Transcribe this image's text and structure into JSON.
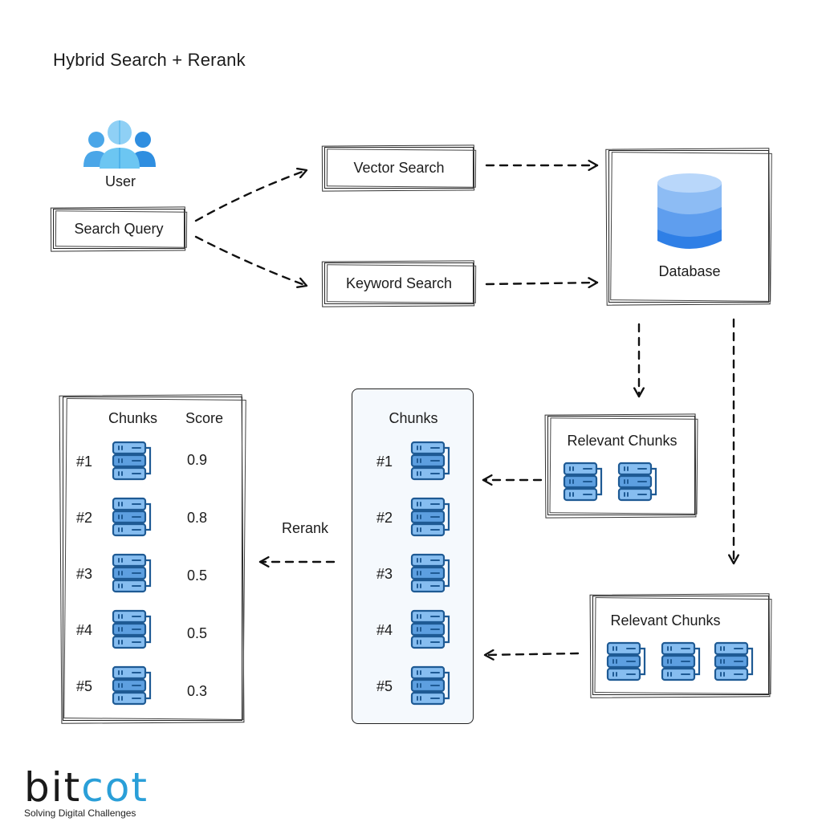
{
  "title": "Hybrid Search + Rerank",
  "user": {
    "label": "User",
    "icon": "users-group-icon"
  },
  "search_query": {
    "label": "Search Query"
  },
  "vector_search": {
    "label": "Vector Search"
  },
  "keyword_search": {
    "label": "Keyword Search"
  },
  "database": {
    "label": "Database",
    "icon": "database-icon"
  },
  "relevant_chunks_vector": {
    "label": "Relevant Chunks",
    "count": 2
  },
  "relevant_chunks_keyword": {
    "label": "Relevant Chunks",
    "count": 3
  },
  "combined": {
    "header": "Chunks",
    "ranks": [
      "#1",
      "#2",
      "#3",
      "#4",
      "#5"
    ]
  },
  "rerank": {
    "label": "Rerank"
  },
  "ranked": {
    "header_chunks": "Chunks",
    "header_score": "Score",
    "rows": [
      {
        "rank": "#1",
        "score": "0.9"
      },
      {
        "rank": "#2",
        "score": "0.8"
      },
      {
        "rank": "#3",
        "score": "0.5"
      },
      {
        "rank": "#4",
        "score": "0.5"
      },
      {
        "rank": "#5",
        "score": "0.3"
      }
    ]
  },
  "logo": {
    "text_main": "bit",
    "text_accent": "cot",
    "tagline": "Solving Digital Challenges"
  },
  "colors": {
    "chunk_fill": "#86bdf0",
    "chunk_stroke": "#1e5a94",
    "db_top": "#a8cdf7",
    "db_mid": "#5f9eee",
    "db_bottom": "#2f7fe6",
    "accent": "#2a9fd8"
  }
}
